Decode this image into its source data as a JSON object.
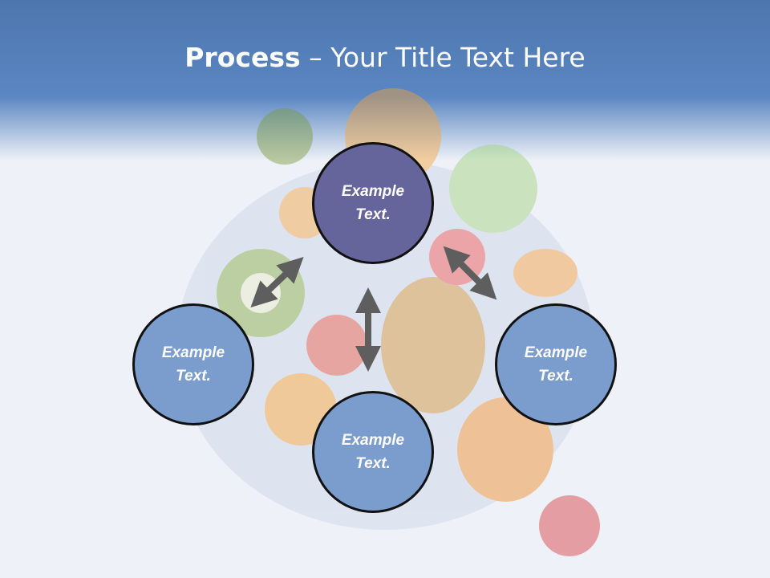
{
  "slide": {
    "title_bold": "Process",
    "title_rest": " – Your Title Text Here"
  },
  "nodes": {
    "top": "Example\nText.",
    "left": "Example\nText.",
    "bottom": "Example\nText.",
    "right": "Example\nText."
  },
  "colors": {
    "header": "#5a86c2",
    "node_top": "#66659b",
    "node_other": "#7b9dcd",
    "arrow": "#5e5e5e"
  }
}
